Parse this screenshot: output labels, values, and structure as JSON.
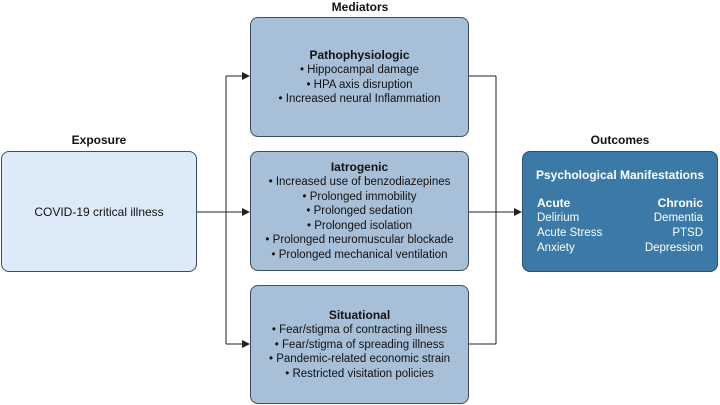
{
  "headings": {
    "mediators": "Mediators",
    "exposure": "Exposure",
    "outcomes": "Outcomes"
  },
  "exposure": {
    "label": "COVID-19 critical illness"
  },
  "mediators": {
    "pathophysiologic": {
      "title": "Pathophysiologic",
      "items": [
        "Hippocampal damage",
        "HPA axis disruption",
        "Increased neural Inflammation"
      ]
    },
    "iatrogenic": {
      "title": "Iatrogenic",
      "items": [
        "Increased use of benzodiazepines",
        "Prolonged immobility",
        "Prolonged sedation",
        "Prolonged isolation",
        "Prolonged neuromuscular blockade",
        "Prolonged mechanical ventilation"
      ]
    },
    "situational": {
      "title": "Situational",
      "items": [
        "Fear/stigma of contracting illness",
        "Fear/stigma of spreading illness",
        "Pandemic-related economic strain",
        "Restricted visitation policies"
      ]
    }
  },
  "outcome": {
    "title": "Psychological Manifestations",
    "acute": {
      "heading": "Acute",
      "items": [
        "Delirium",
        "Acute Stress",
        "Anxiety"
      ]
    },
    "chronic": {
      "heading": "Chronic",
      "items": [
        "Dementia",
        "PTSD",
        "Depression"
      ]
    }
  },
  "colors": {
    "exposure_fill": "#dcebf7",
    "mediator_fill": "#a8bfd8",
    "outcome_fill": "#3b7aa7",
    "line": "#222222"
  }
}
